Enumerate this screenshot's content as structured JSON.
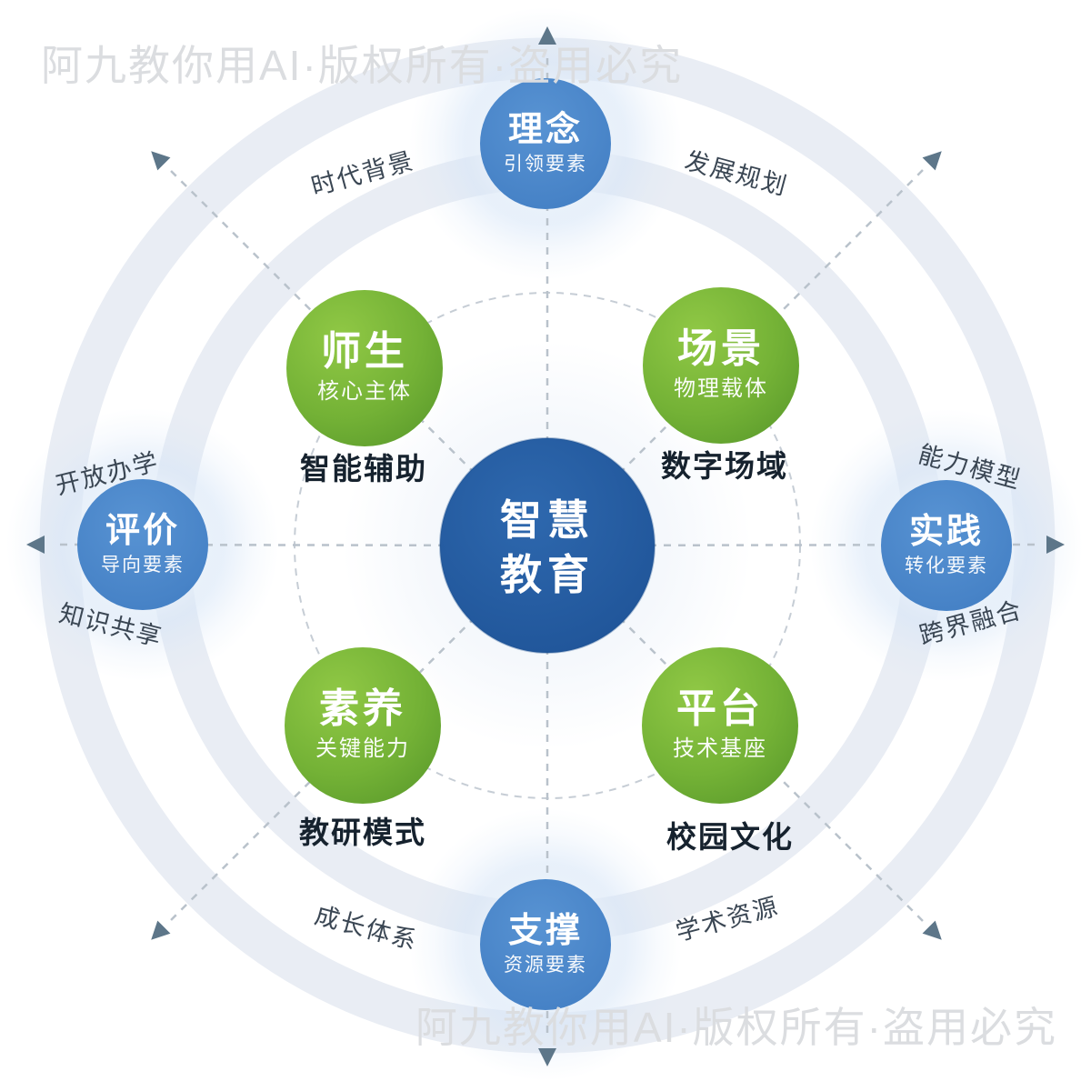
{
  "watermark": {
    "text": "阿九教你用AI·版权所有·盗用必究"
  },
  "center": {
    "title_line1": "智慧",
    "title_line2": "教育"
  },
  "cardinal_nodes": [
    {
      "position": "top",
      "label": "理念",
      "sublabel": "引领要素"
    },
    {
      "position": "left",
      "label": "评价",
      "sublabel": "导向要素"
    },
    {
      "position": "right",
      "label": "实践",
      "sublabel": "转化要素"
    },
    {
      "position": "bottom",
      "label": "支撑",
      "sublabel": "资源要素"
    }
  ],
  "inner_nodes": [
    {
      "position": "top-left",
      "label": "师生",
      "sublabel": "核心主体",
      "caption": "智能辅助"
    },
    {
      "position": "top-right",
      "label": "场景",
      "sublabel": "物理载体",
      "caption": "数字场域"
    },
    {
      "position": "bottom-left",
      "label": "素养",
      "sublabel": "关键能力",
      "caption": "教研模式"
    },
    {
      "position": "bottom-right",
      "label": "平台",
      "sublabel": "技术基座",
      "caption": "校园文化"
    }
  ],
  "ring_labels": [
    {
      "position": "top-left",
      "text": "时代背景"
    },
    {
      "position": "top-right",
      "text": "发展规划"
    },
    {
      "position": "left-upper",
      "text": "开放办学"
    },
    {
      "position": "right-upper",
      "text": "能力模型"
    },
    {
      "position": "left-lower",
      "text": "知识共享"
    },
    {
      "position": "right-lower",
      "text": "跨界融合"
    },
    {
      "position": "bottom-left",
      "text": "成长体系"
    },
    {
      "position": "bottom-right",
      "text": "学术资源"
    }
  ],
  "colors": {
    "center_circle": "#235da6",
    "cardinal_circle": "#4a87cb",
    "inner_circle_green": "#6fae35",
    "ring_band": "#e9edf4",
    "dashed_line": "#b9c2cb",
    "arrow": "#5d7689",
    "caption_text": "#16222e",
    "ring_label_text": "#3a4653",
    "watermark_text": "#dbdde0"
  }
}
